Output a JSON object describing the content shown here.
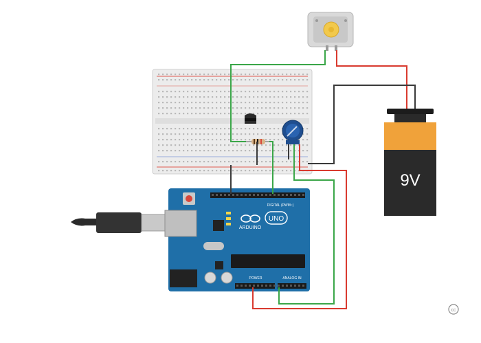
{
  "battery": {
    "label": "9V"
  },
  "arduino": {
    "brand": "ARDUINO",
    "model": "UNO",
    "digital_header": "DIGITAL (PWM~)",
    "power_header": "POWER",
    "analog_header": "ANALOG IN"
  },
  "corner_badge": {
    "glyph": "cc"
  },
  "colors": {
    "green_wire": "#3aa648",
    "red_wire": "#d93a2f",
    "black_wire": "#3a3a3a",
    "board": "#1f6fa8",
    "battery_body": "#2a2a2a",
    "battery_top": "#f0a23a",
    "breadboard": "#e9e9e9"
  }
}
